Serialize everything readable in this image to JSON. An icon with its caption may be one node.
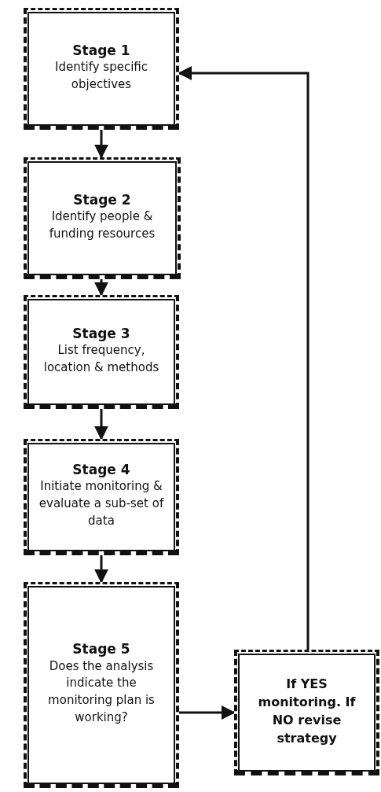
{
  "diagram": {
    "nodes": [
      {
        "text": [
          "Stage 1",
          "Identify specific objectives"
        ]
      },
      {
        "text": [
          "Stage 2",
          "Identify people & funding resources"
        ]
      },
      {
        "text": [
          "Stage 3",
          "List frequency, location & methods"
        ]
      },
      {
        "text": [
          "Stage 4",
          "Initiate monitoring & evaluate a sub-set of data"
        ]
      },
      {
        "text": [
          "Stage 5",
          "Does the analysis indicate the monitoring plan is working?"
        ]
      },
      {
        "text": [
          "If YES monitoring. If NO revise strategy"
        ]
      }
    ],
    "edges": [
      {
        "from": 0,
        "to": 1,
        "arrow": "to"
      },
      {
        "from": 1,
        "to": 2,
        "arrow": "to"
      },
      {
        "from": 2,
        "to": 3,
        "arrow": "to"
      },
      {
        "from": 3,
        "to": 4,
        "arrow": "to"
      },
      {
        "from": 4,
        "to": 5,
        "arrow": "to"
      },
      {
        "from": 5,
        "to": 0,
        "arrow": "to"
      }
    ]
  }
}
